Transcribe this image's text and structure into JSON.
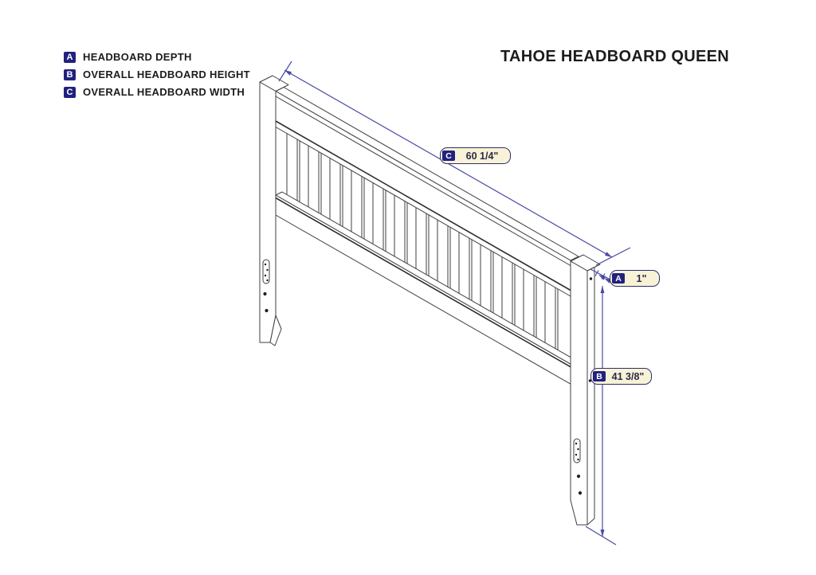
{
  "title": "TAHOE HEADBOARD QUEEN",
  "legend": {
    "items": [
      {
        "key": "A",
        "label": "HEADBOARD DEPTH"
      },
      {
        "key": "B",
        "label": "OVERALL HEADBOARD HEIGHT"
      },
      {
        "key": "C",
        "label": "OVERALL HEADBOARD WIDTH"
      }
    ]
  },
  "dimensions": {
    "width": {
      "key": "C",
      "value": "60 1/4\""
    },
    "depth": {
      "key": "A",
      "value": "1\""
    },
    "height": {
      "key": "B",
      "value": "41 3/8\""
    }
  },
  "drawing": {
    "subject": "isometric headboard with vertical slats, two posts, keyhole slots and mounting holes",
    "slat_count": 13
  },
  "colors": {
    "badge_blue": "#21217e",
    "label_fill": "#f8f3d6",
    "label_border": "#2d2d74",
    "dimension_line": "#4949a4",
    "drawing_line": "#3f3f3f",
    "background": "#ffffff"
  }
}
